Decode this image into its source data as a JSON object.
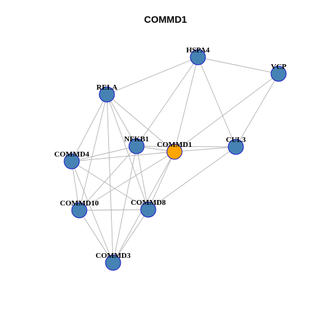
{
  "title": "COMMD1",
  "colors": {
    "node_fill": "#4682B4",
    "node_border": "#1E1ECC",
    "center_fill": "#FFA500",
    "edge": "#B3B3B3"
  },
  "nodes": [
    {
      "id": "HSPA4",
      "label": "HSPA4"
    },
    {
      "id": "VCP",
      "label": "VCP"
    },
    {
      "id": "RELA",
      "label": "RELA"
    },
    {
      "id": "NFKB1",
      "label": "NFKB1"
    },
    {
      "id": "COMMD1",
      "label": "COMMD1",
      "center": true
    },
    {
      "id": "CUL3",
      "label": "CUL3"
    },
    {
      "id": "COMMD4",
      "label": "COMMD4"
    },
    {
      "id": "COMMD10",
      "label": "COMMD10"
    },
    {
      "id": "COMMD8",
      "label": "COMMD8"
    },
    {
      "id": "COMMD3",
      "label": "COMMD3"
    }
  ],
  "edges": [
    [
      "HSPA4",
      "VCP"
    ],
    [
      "HSPA4",
      "RELA"
    ],
    [
      "HSPA4",
      "NFKB1"
    ],
    [
      "HSPA4",
      "COMMD1"
    ],
    [
      "HSPA4",
      "CUL3"
    ],
    [
      "VCP",
      "COMMD1"
    ],
    [
      "VCP",
      "CUL3"
    ],
    [
      "RELA",
      "NFKB1"
    ],
    [
      "RELA",
      "COMMD1"
    ],
    [
      "RELA",
      "COMMD4"
    ],
    [
      "RELA",
      "COMMD10"
    ],
    [
      "RELA",
      "COMMD8"
    ],
    [
      "RELA",
      "COMMD3"
    ],
    [
      "NFKB1",
      "COMMD1"
    ],
    [
      "NFKB1",
      "CUL3"
    ],
    [
      "NFKB1",
      "COMMD4"
    ],
    [
      "NFKB1",
      "COMMD10"
    ],
    [
      "NFKB1",
      "COMMD8"
    ],
    [
      "NFKB1",
      "COMMD3"
    ],
    [
      "COMMD1",
      "CUL3"
    ],
    [
      "COMMD1",
      "COMMD4"
    ],
    [
      "COMMD1",
      "COMMD10"
    ],
    [
      "COMMD1",
      "COMMD8"
    ],
    [
      "COMMD1",
      "COMMD3"
    ],
    [
      "CUL3",
      "COMMD8"
    ],
    [
      "COMMD4",
      "COMMD10"
    ],
    [
      "COMMD4",
      "COMMD8"
    ],
    [
      "COMMD4",
      "COMMD3"
    ],
    [
      "COMMD10",
      "COMMD8"
    ],
    [
      "COMMD10",
      "COMMD3"
    ],
    [
      "COMMD8",
      "COMMD3"
    ]
  ]
}
